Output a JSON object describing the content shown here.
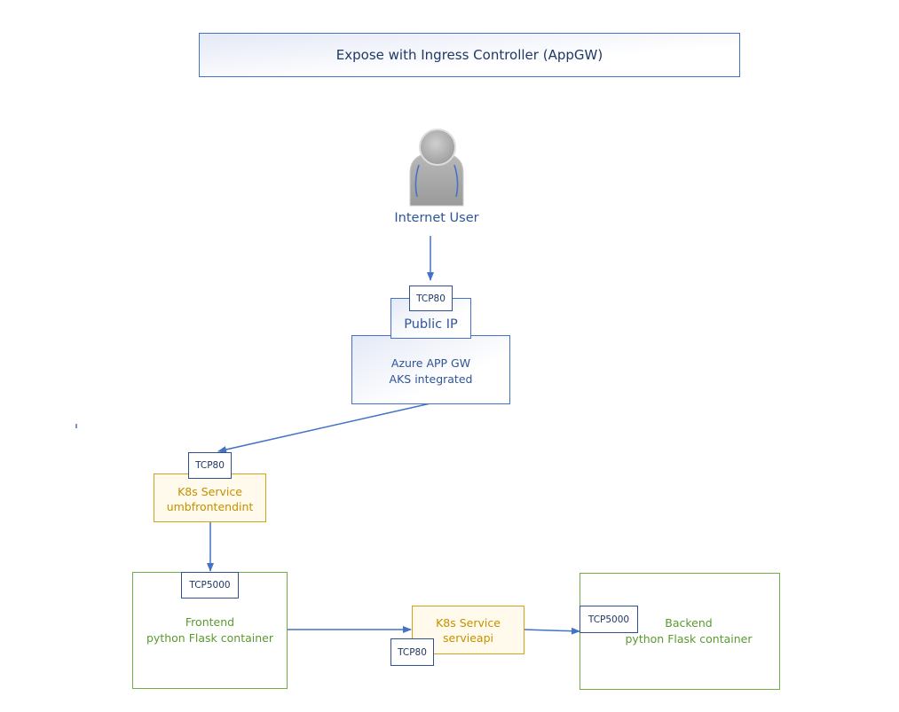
{
  "title": "Expose with Ingress Controller (AppGW)",
  "user": {
    "label": "Internet User"
  },
  "public_ip": {
    "label": "Public IP",
    "port": "TCP80"
  },
  "appgw": {
    "line1": "Azure APP GW",
    "line2": "AKS integrated"
  },
  "frontend_service": {
    "line1": "K8s Service",
    "line2": "umbfrontendint",
    "port": "TCP80"
  },
  "frontend": {
    "line1": "Frontend",
    "line2": "python Flask container",
    "port": "TCP5000"
  },
  "api_service": {
    "line1": "K8s Service",
    "line2": "servieapi",
    "port": "TCP80"
  },
  "backend": {
    "line1": "Backend",
    "line2": "python Flask container",
    "port": "TCP5000"
  },
  "colors": {
    "accent": "#4472c4",
    "service": "#d4a21a",
    "container": "#70ad47"
  }
}
